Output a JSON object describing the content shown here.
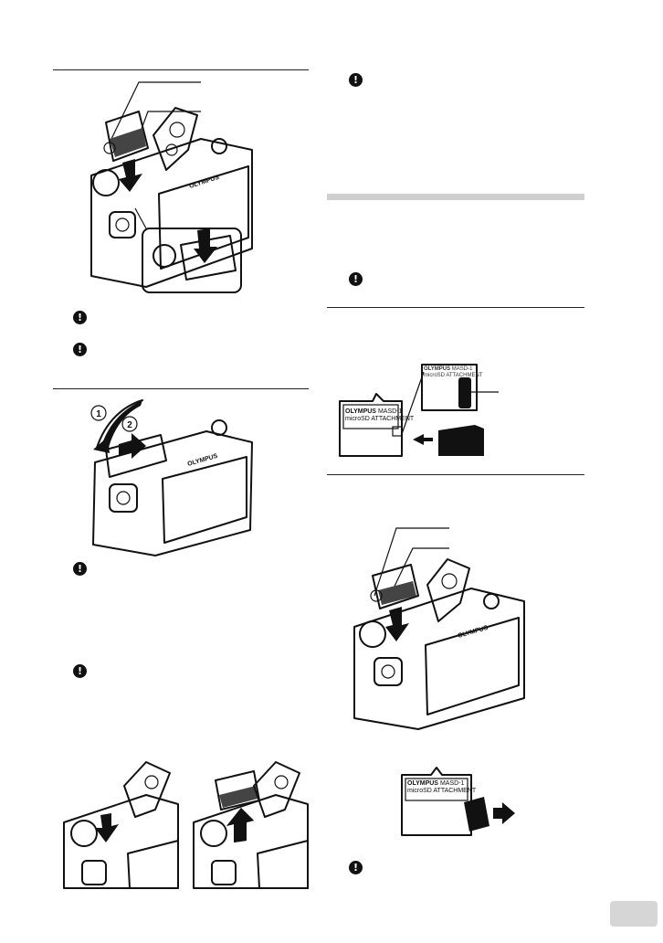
{
  "camera_brand": "OLYMPUS",
  "adapter": {
    "brand": "OLYMPUS",
    "model": "MASD-1",
    "label": "microSD ATTACHMENT"
  },
  "caution_glyph": "!",
  "step_markers": [
    "1",
    "2"
  ],
  "page_number": ""
}
